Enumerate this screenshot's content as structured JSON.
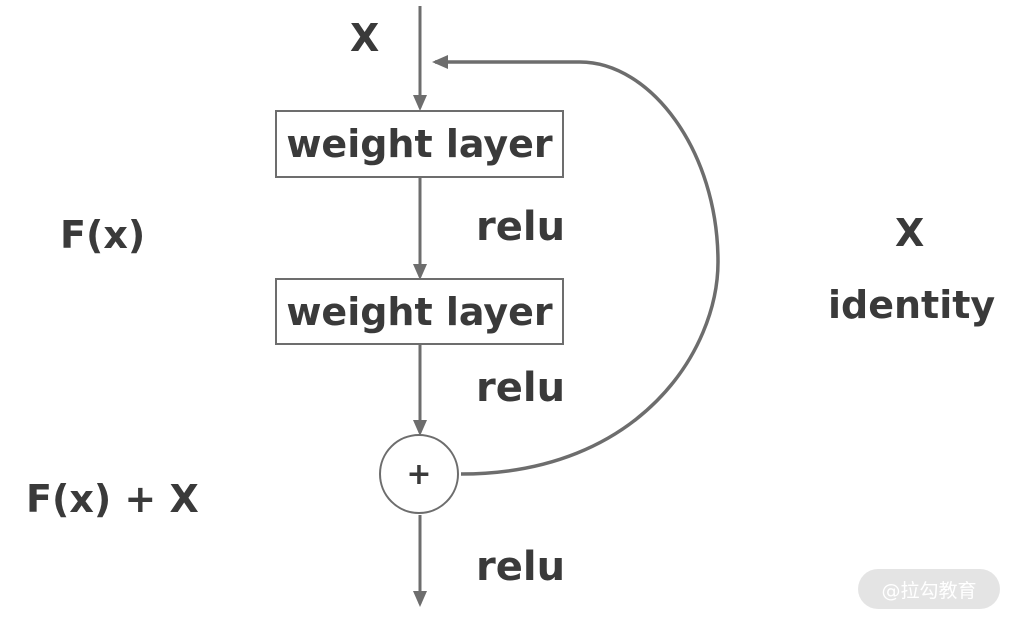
{
  "diagram": {
    "input_label": "X",
    "layer1_label": "weight layer",
    "layer2_label": "weight layer",
    "relu1_label": "relu",
    "relu2_label": "relu",
    "relu3_label": "relu",
    "residual_label": "F(x)",
    "sum_output_label": "F(x) + X",
    "sum_symbol": "+",
    "shortcut_x_label": "X",
    "shortcut_identity_label": "identity",
    "line_color": "#6d6d6d",
    "text_color": "#3a3a3a"
  },
  "watermark": {
    "text": "@拉勾教育"
  }
}
